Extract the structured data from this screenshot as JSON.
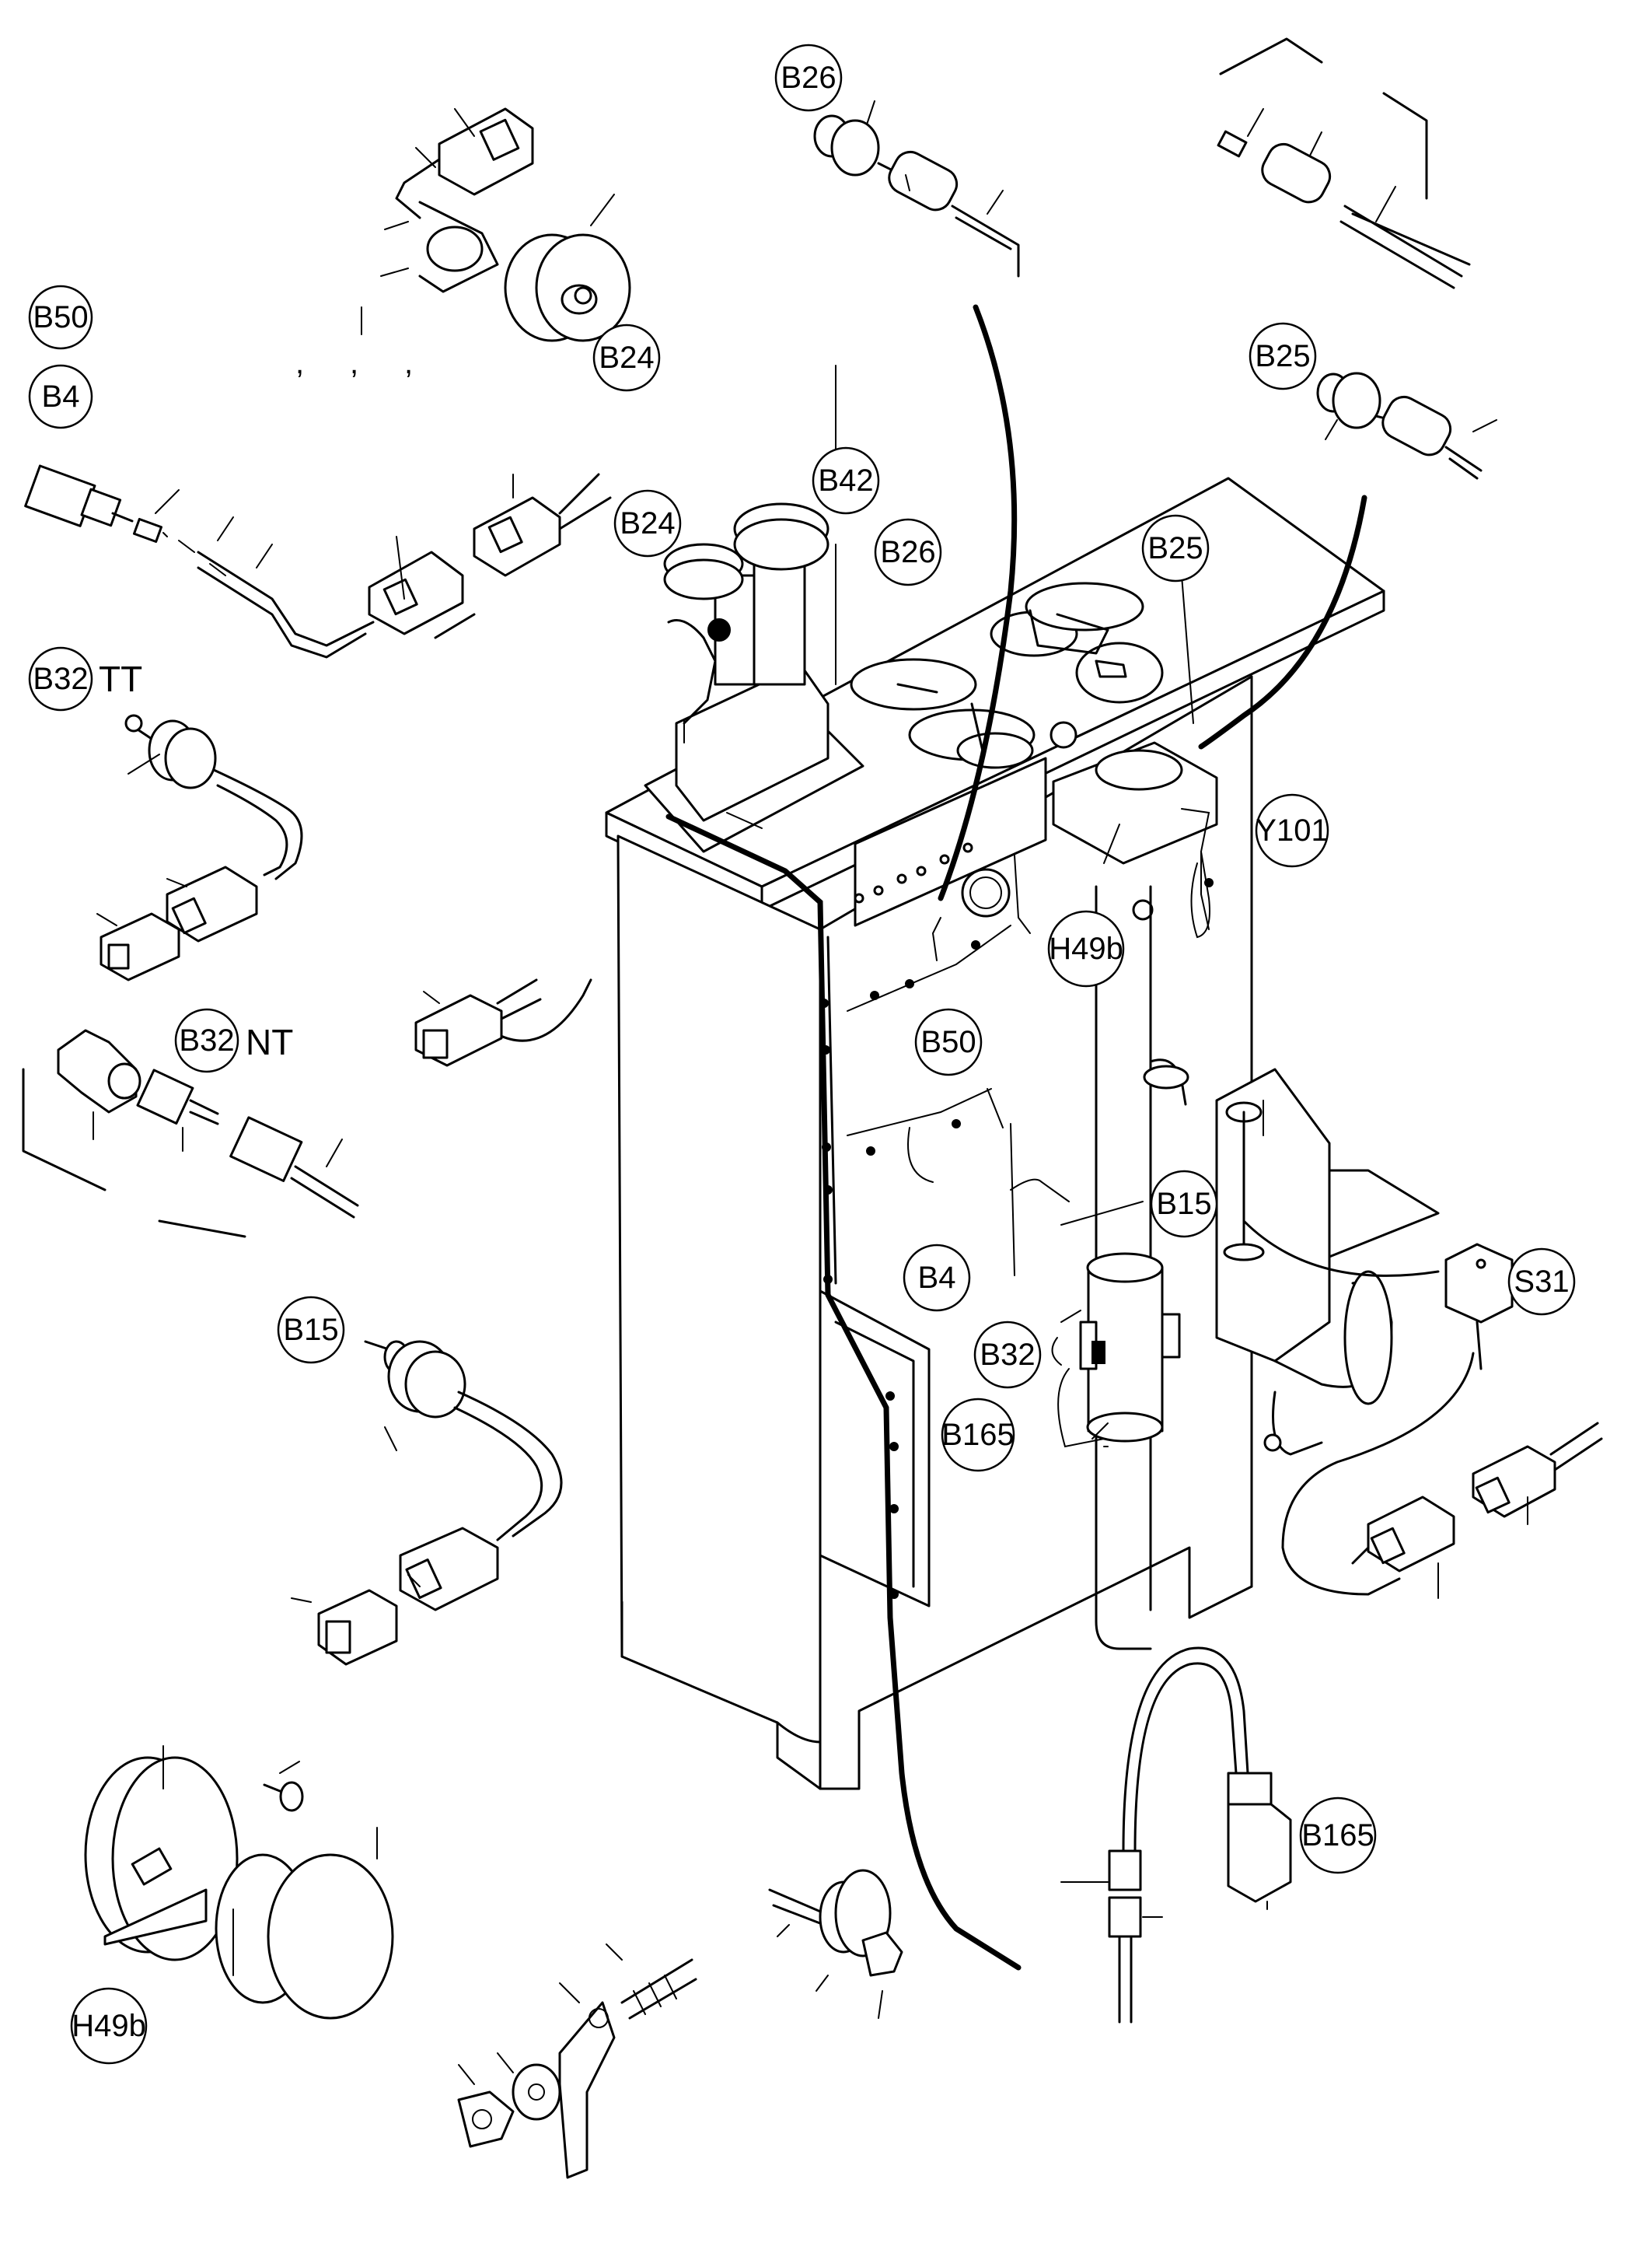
{
  "callouts": {
    "b50_top": "B50",
    "b4_top": "B4",
    "b24_detail": "B24",
    "b24_main": "B24",
    "b26_detail": "B26",
    "b26_main": "B26",
    "b42": "B42",
    "b25_detail": "B25",
    "b25_main": "B25",
    "y101": "Y101",
    "b32_tt": "B32",
    "b32_nt": "B32",
    "h49b_main": "H49b",
    "h49b_detail": "H49b",
    "b50_main": "B50",
    "b15_main": "B15",
    "b15_detail": "B15",
    "b4_main": "B4",
    "b32_main": "B32",
    "b165_main": "B165",
    "b165_detail": "B165",
    "s31": "S31"
  },
  "suffixes": {
    "tt": "TT",
    "nt": "NT"
  },
  "tick_marks": [
    ",",
    ",",
    ","
  ]
}
